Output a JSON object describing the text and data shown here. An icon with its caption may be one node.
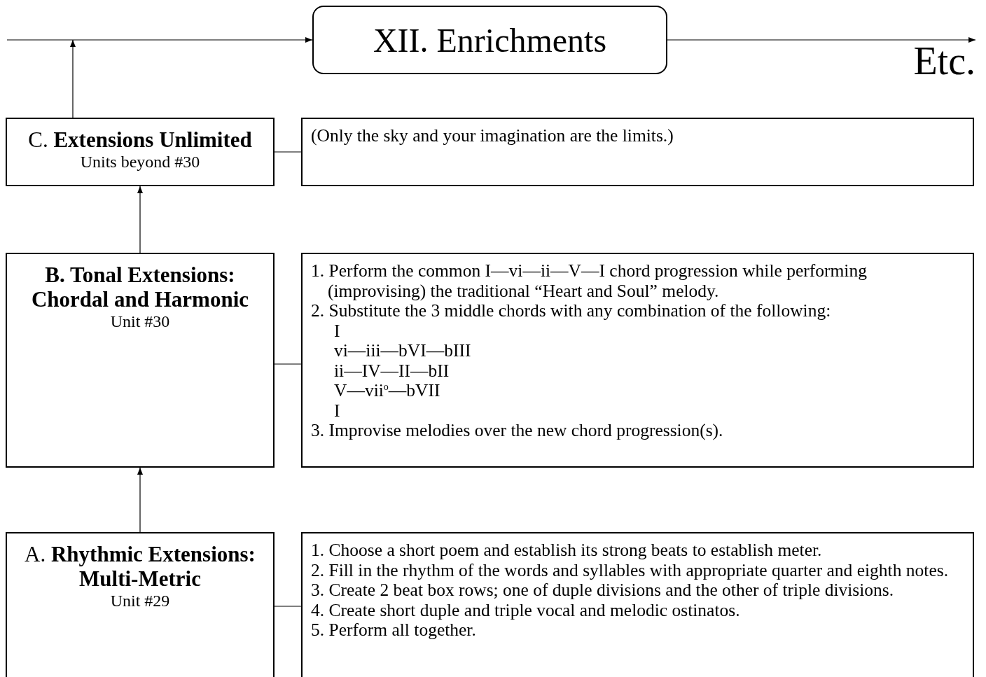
{
  "diagram": {
    "nodes": [
      {
        "text": [
          "XII. Enrichments"
        ]
      },
      {
        "text": [
          "C. **Extensions Unlimited**",
          "Units beyond #30"
        ]
      },
      {
        "text": [
          "(Only the sky and your imagination are the limits.)"
        ]
      },
      {
        "text": [
          "B. Tonal Extensions: Chordal and Harmonic",
          "Unit #30"
        ]
      },
      {
        "text": [
          "1. Perform the common I—vi—ii—V—I chord progression while performing (improvising) the traditional “Heart and Soul” melody.",
          "2. Substitute the 3 middle chords with any combination of the following:",
          "I",
          "vi—iii—bVI—bIII",
          "ii—IV—II—bII",
          "V—vii$^{o}$—bVII",
          "I",
          "3. Improvise melodies over the new chord progression(s)."
        ]
      },
      {
        "text": [
          "A. **Rhythmic Extensions: Multi-Metric**",
          "Unit #29"
        ]
      },
      {
        "text": [
          "1. Choose a short poem and establish its strong beats to establish meter.",
          "2. Fill in the rhythm of the words and syllables with appropriate quarter and eighth notes.",
          "3. Create 2 beat box rows; one of duple divisions and the other of triple divisions.",
          "4. Create short duple and triple vocal and melodic ostinatos.",
          "5. Perform all together."
        ]
      },
      {
        "text": [
          "Etc."
        ]
      }
    ],
    "edges": [
      {
        "from": null,
        "to": 0,
        "arrow": "to"
      },
      {
        "from": 0,
        "to": 7,
        "arrow": "to"
      },
      {
        "from": 1,
        "to": null,
        "arrow": "to"
      },
      {
        "from": 3,
        "to": 1,
        "arrow": "to"
      },
      {
        "from": 5,
        "to": 3,
        "arrow": "to"
      },
      {
        "from": 1,
        "to": 2,
        "arrow": "none"
      },
      {
        "from": 3,
        "to": 4,
        "arrow": "none"
      },
      {
        "from": 5,
        "to": 6,
        "arrow": "none"
      }
    ]
  }
}
